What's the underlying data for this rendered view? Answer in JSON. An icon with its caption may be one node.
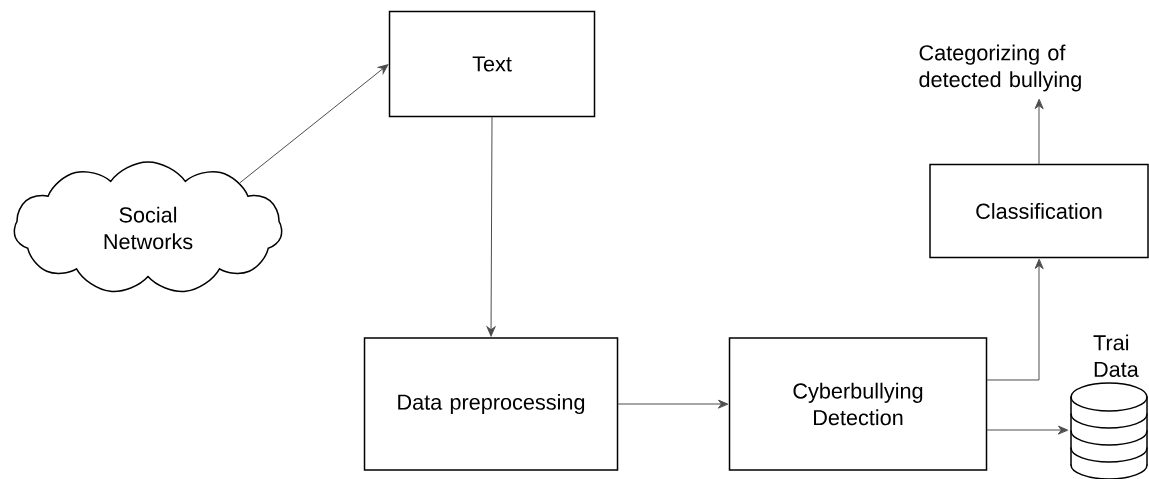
{
  "diagram": {
    "nodes": [
      {
        "text": [
          "Social Networks"
        ]
      },
      {
        "text": [
          "Text"
        ]
      },
      {
        "text": [
          "Data preprocessing"
        ]
      },
      {
        "text": [
          "Cyberbullying Detection"
        ]
      },
      {
        "text": [
          "Classification"
        ]
      },
      {
        "text": [
          "Categorizing of detected bullying"
        ]
      },
      {
        "text": [
          "Trai Data"
        ]
      }
    ],
    "edges": [
      {
        "from": 0,
        "to": 1,
        "arrow": "to"
      },
      {
        "from": 1,
        "to": 2,
        "arrow": "to"
      },
      {
        "from": 2,
        "to": 3,
        "arrow": "to"
      },
      {
        "from": 3,
        "to": 4,
        "arrow": "to"
      },
      {
        "from": 4,
        "to": 5,
        "arrow": "to"
      },
      {
        "from": 3,
        "to": 6,
        "arrow": "to"
      }
    ]
  }
}
